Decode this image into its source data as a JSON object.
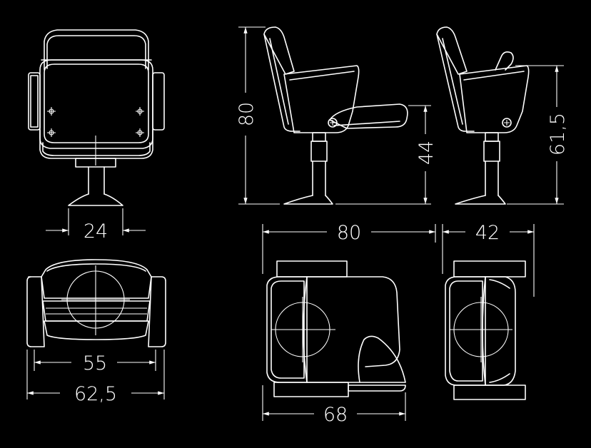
{
  "colors": {
    "background": "#000000",
    "lines": "#ffffff"
  },
  "dimensions": {
    "front_base_width": "24",
    "top_inner_width": "55",
    "top_overall_width": "62,5",
    "side_height": "80",
    "side_seat_height": "44",
    "side_depth": "80",
    "side_folded_depth": "42",
    "side_folded_height": "61,5",
    "plan_depth": "68"
  }
}
